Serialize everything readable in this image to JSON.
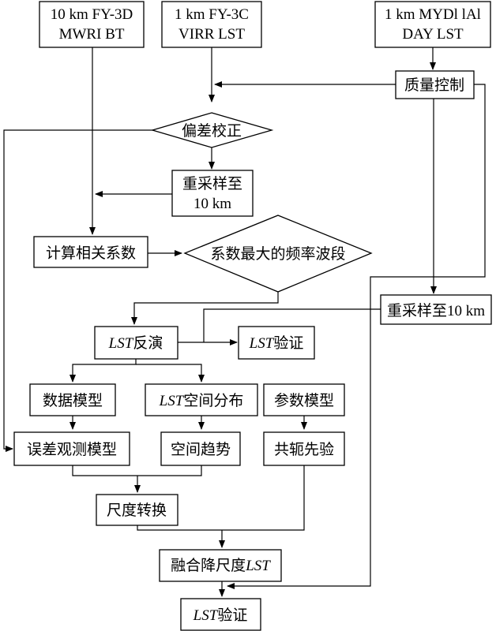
{
  "nodes": {
    "fy3d": {
      "line1": "10 km FY-3D",
      "line2": "MWRI BT"
    },
    "fy3c": {
      "line1": "1 km FY-3C",
      "line2": "VIRR LST"
    },
    "myd": {
      "line1": "1 km MYDl lAl",
      "line2": "DAY LST"
    },
    "quality": "质量控制",
    "bias": "偏差校正",
    "resample1": {
      "line1": "重采样至",
      "line2": "10 km"
    },
    "corr": "计算相关系数",
    "maxband": "系数最大的频率波段",
    "resample2": "重采样至10 km",
    "lst_inv": {
      "italic": "LST",
      "text": "反演"
    },
    "lst_ver1": {
      "italic": "LST",
      "text": "验证"
    },
    "datamodel": "数据模型",
    "lst_space": {
      "italic": "LST",
      "text": "空间分布"
    },
    "parammodel": "参数模型",
    "error_obs": "误差观测模型",
    "spatial_trend": "空间趋势",
    "conjugate": "共轭先验",
    "scale": "尺度转换",
    "fusion": {
      "text": "融合降尺度",
      "italic": "LST"
    },
    "lst_ver2": {
      "italic": "LST",
      "text": "验证"
    }
  }
}
